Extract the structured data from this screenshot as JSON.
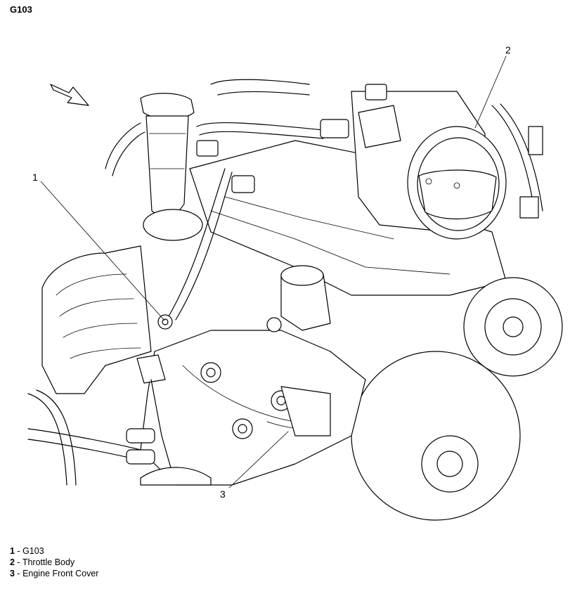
{
  "figure_id": "G103",
  "callouts": [
    {
      "number": "1",
      "label": "G103"
    },
    {
      "number": "2",
      "label": "Throttle Body"
    },
    {
      "number": "3",
      "label": "Engine Front Cover"
    }
  ],
  "legend_separator": " - "
}
